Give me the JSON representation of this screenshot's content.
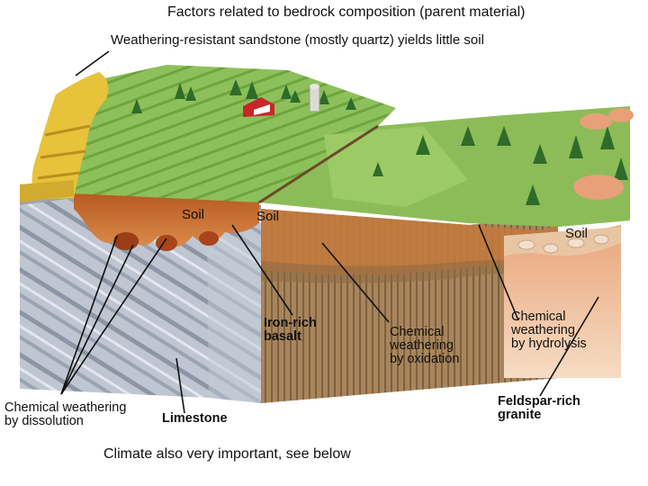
{
  "title": "Factors related to bedrock composition (parent material)",
  "subtitle": "Weathering-resistant sandstone (mostly quartz) yields little soil",
  "soil_labels": [
    "Soil",
    "Soil",
    "Soil"
  ],
  "labels": {
    "basalt_line1": "Iron-rich",
    "basalt_line2": "basalt",
    "oxidation_line1": "Chemical",
    "oxidation_line2": "weathering",
    "oxidation_line3": "by oxidation",
    "hydrolysis_line1": "Chemical",
    "hydrolysis_line2": "weathering",
    "hydrolysis_line3": "by hydrolysis",
    "dissolution_line1": "Chemical weathering",
    "dissolution_line2": "by dissolution",
    "limestone": "Limestone",
    "granite_line1": "Feldspar-rich",
    "granite_line2": "granite"
  },
  "footer": "Climate also very important, see below",
  "colors": {
    "grass": "#7fb34a",
    "soil": "#c8733a",
    "limestone": "#b8c0cc",
    "basalt": "#a7835a",
    "granite": "#f1c9a6",
    "sandstone": "#e8c23a"
  }
}
